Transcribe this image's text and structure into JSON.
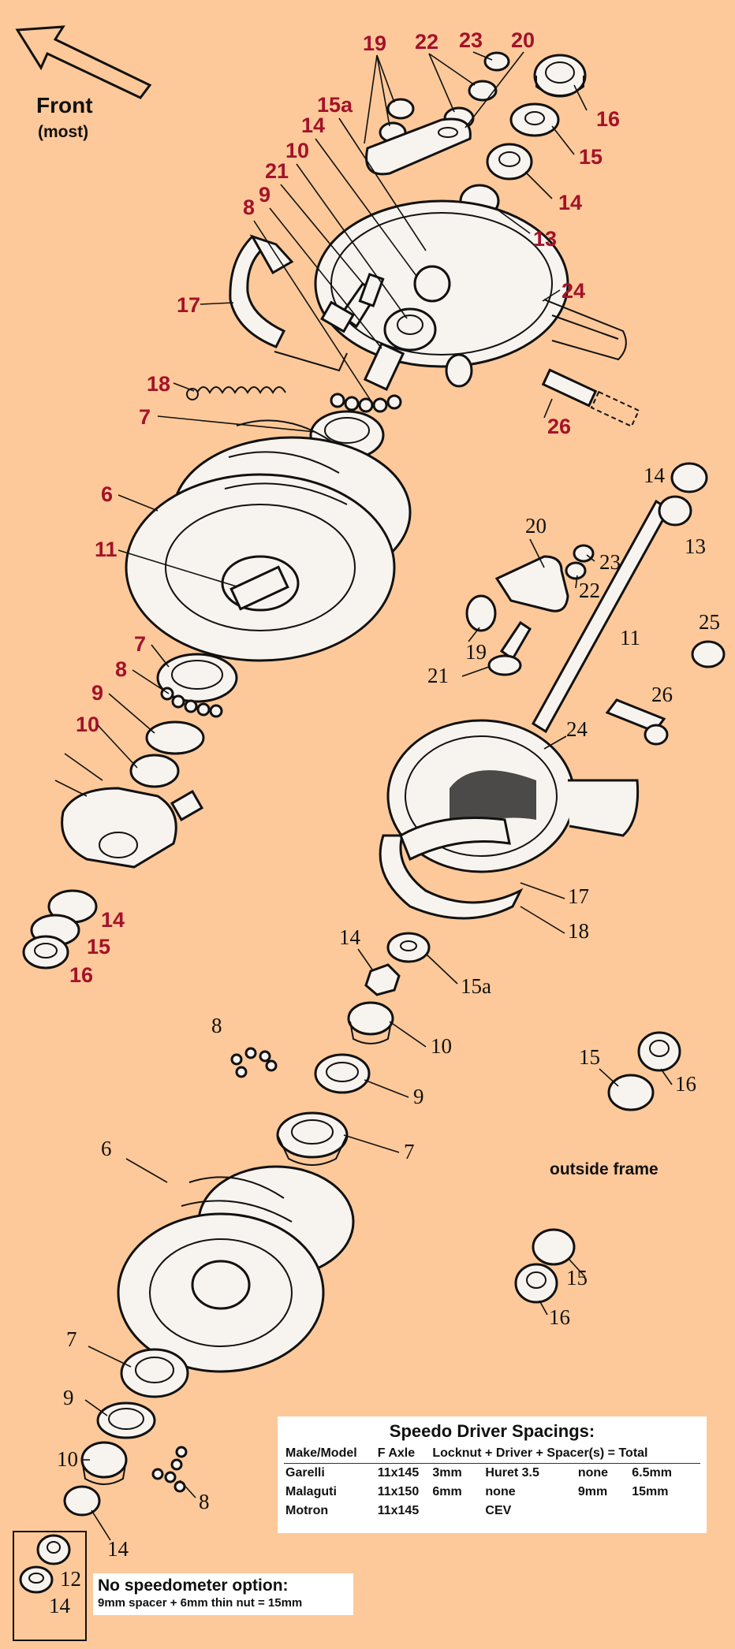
{
  "header": {
    "front_label": "Front",
    "front_sublabel": "(most)"
  },
  "outside_frame_label": "outside frame",
  "callouts_upper": [
    "19",
    "22",
    "23",
    "20",
    "15a",
    "14",
    "10",
    "16",
    "21",
    "15",
    "9",
    "8",
    "14",
    "13",
    "17",
    "24",
    "18",
    "7",
    "26",
    "6",
    "11",
    "7",
    "8",
    "9",
    "10",
    "14",
    "15",
    "16"
  ],
  "callouts_lower": [
    "14",
    "13",
    "20",
    "23",
    "22",
    "25",
    "19",
    "21",
    "11",
    "26",
    "24",
    "17",
    "18",
    "14",
    "15a",
    "8",
    "10",
    "9",
    "15",
    "16",
    "7",
    "6",
    "15",
    "16",
    "7",
    "9",
    "10",
    "8",
    "14",
    "12",
    "14"
  ],
  "speedo_table": {
    "title": "Speedo Driver Spacings:",
    "headers": [
      "Make/Model",
      "F Axle",
      "Locknut + Driver + Spacer(s) = Total"
    ],
    "rows": [
      [
        "Garelli",
        "11x145",
        "3mm",
        "Huret 3.5",
        "none",
        "6.5mm"
      ],
      [
        "Malaguti",
        "11x150",
        "6mm",
        "none",
        "9mm",
        "15mm"
      ],
      [
        "Motron",
        "11x145",
        "",
        "CEV",
        "",
        ""
      ]
    ]
  },
  "no_speedo": {
    "title": "No speedometer option:",
    "text": "9mm spacer + 6mm thin nut = 15mm"
  },
  "colors": {
    "background": "#fdc99a",
    "callout_red": "#a3122a",
    "callout_black": "#111111",
    "box_white": "#ffffff"
  }
}
